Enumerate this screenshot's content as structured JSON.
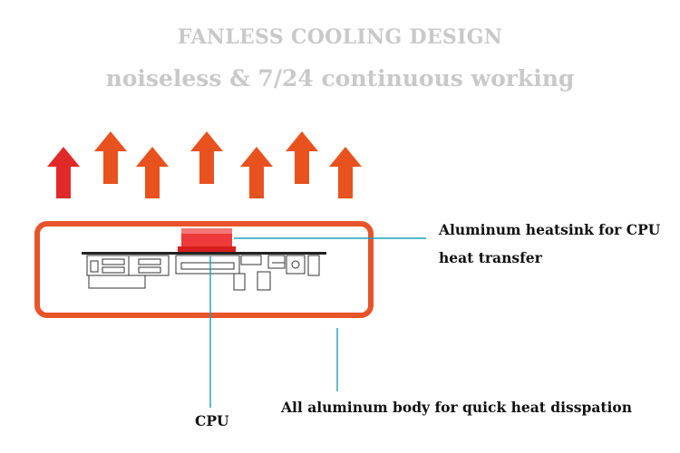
{
  "header": {
    "title": "FANLESS COOLING DESIGN",
    "subtitle": "noiseless & 7/24 continuous  working"
  },
  "labels": {
    "heatsink_line1": "Aluminum heatsink for CPU",
    "heatsink_line2": "heat transfer",
    "body": "All aluminum body for quick heat disspation",
    "cpu": "CPU"
  },
  "colors": {
    "arrow_primary": "#e8521f",
    "arrow_red": "#e02a2a",
    "enclosure": "#e8542a",
    "heatsink": "#ee3a3a",
    "leader_line": "#1aa3b8",
    "board": "#333333"
  },
  "icons": {
    "arrows": "heat-up-arrow-icon",
    "enclosure": "aluminum-enclosure",
    "heatsink": "cpu-heatsink",
    "board": "motherboard"
  }
}
